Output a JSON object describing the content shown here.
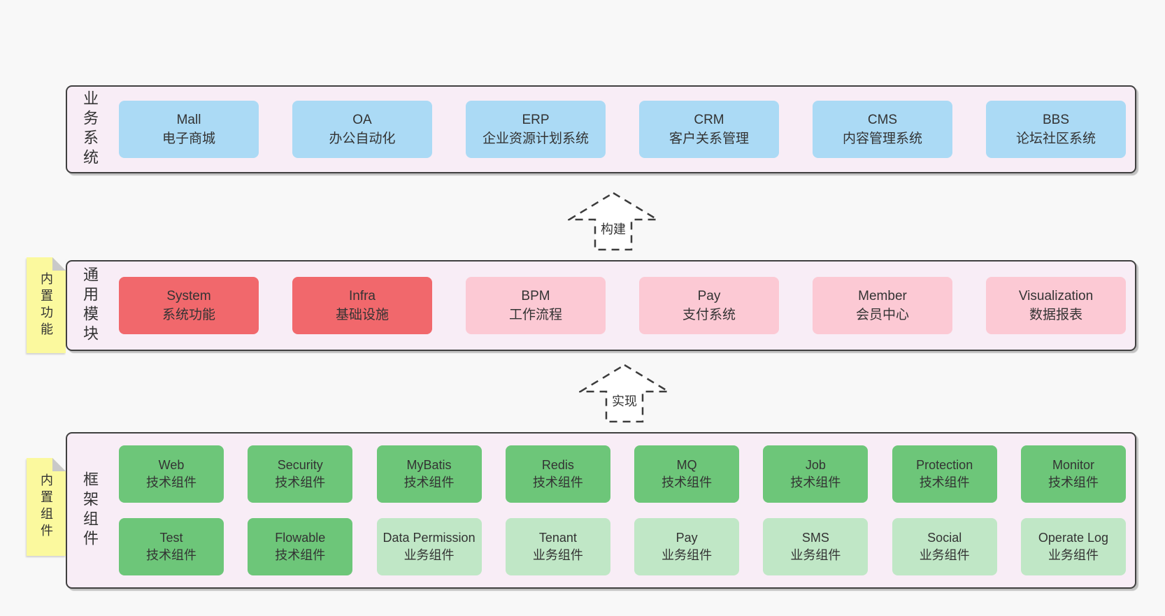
{
  "colors": {
    "page_bg": "#f8f8f8",
    "layer_bg": "#f8edf6",
    "layer_border": "#404040",
    "box_blue": "#abdaf5",
    "box_red": "#f1686c",
    "box_pink": "#fcc9d4",
    "box_green": "#6dc679",
    "box_light_green": "#c0e7c6",
    "sticky_yellow": "#fbf99e",
    "sticky_fold": "#c9c9c9",
    "text": "#333333"
  },
  "arrows": [
    {
      "label": "构建"
    },
    {
      "label": "实现"
    }
  ],
  "layers": [
    {
      "label": "业务系统",
      "boxes": [
        {
          "title": "Mall",
          "subtitle": "电子商城"
        },
        {
          "title": "OA",
          "subtitle": "办公自动化"
        },
        {
          "title": "ERP",
          "subtitle": "企业资源计划系统"
        },
        {
          "title": "CRM",
          "subtitle": "客户关系管理"
        },
        {
          "title": "CMS",
          "subtitle": "内容管理系统"
        },
        {
          "title": "BBS",
          "subtitle": "论坛社区系统"
        }
      ]
    },
    {
      "label": "通用模块",
      "sticky": "内置功能",
      "boxes": [
        {
          "title": "System",
          "subtitle": "系统功能",
          "variant": "red"
        },
        {
          "title": "Infra",
          "subtitle": "基础设施",
          "variant": "red"
        },
        {
          "title": "BPM",
          "subtitle": "工作流程",
          "variant": "pink"
        },
        {
          "title": "Pay",
          "subtitle": "支付系统",
          "variant": "pink"
        },
        {
          "title": "Member",
          "subtitle": "会员中心",
          "variant": "pink"
        },
        {
          "title": "Visualization",
          "subtitle": "数据报表",
          "variant": "pink"
        }
      ]
    },
    {
      "label": "框架组件",
      "sticky": "内置组件",
      "rows": [
        [
          {
            "title": "Web",
            "subtitle": "技术组件",
            "variant": "green"
          },
          {
            "title": "Security",
            "subtitle": "技术组件",
            "variant": "green"
          },
          {
            "title": "MyBatis",
            "subtitle": "技术组件",
            "variant": "green"
          },
          {
            "title": "Redis",
            "subtitle": "技术组件",
            "variant": "green"
          },
          {
            "title": "MQ",
            "subtitle": "技术组件",
            "variant": "green"
          },
          {
            "title": "Job",
            "subtitle": "技术组件",
            "variant": "green"
          },
          {
            "title": "Protection",
            "subtitle": "技术组件",
            "variant": "green"
          },
          {
            "title": "Monitor",
            "subtitle": "技术组件",
            "variant": "green"
          }
        ],
        [
          {
            "title": "Test",
            "subtitle": "技术组件",
            "variant": "green"
          },
          {
            "title": "Flowable",
            "subtitle": "技术组件",
            "variant": "green"
          },
          {
            "title": "Data Permission",
            "subtitle": "业务组件",
            "variant": "lightgreen"
          },
          {
            "title": "Tenant",
            "subtitle": "业务组件",
            "variant": "lightgreen"
          },
          {
            "title": "Pay",
            "subtitle": "业务组件",
            "variant": "lightgreen"
          },
          {
            "title": "SMS",
            "subtitle": "业务组件",
            "variant": "lightgreen"
          },
          {
            "title": "Social",
            "subtitle": "业务组件",
            "variant": "lightgreen"
          },
          {
            "title": "Operate Log",
            "subtitle": "业务组件",
            "variant": "lightgreen"
          }
        ]
      ]
    }
  ]
}
